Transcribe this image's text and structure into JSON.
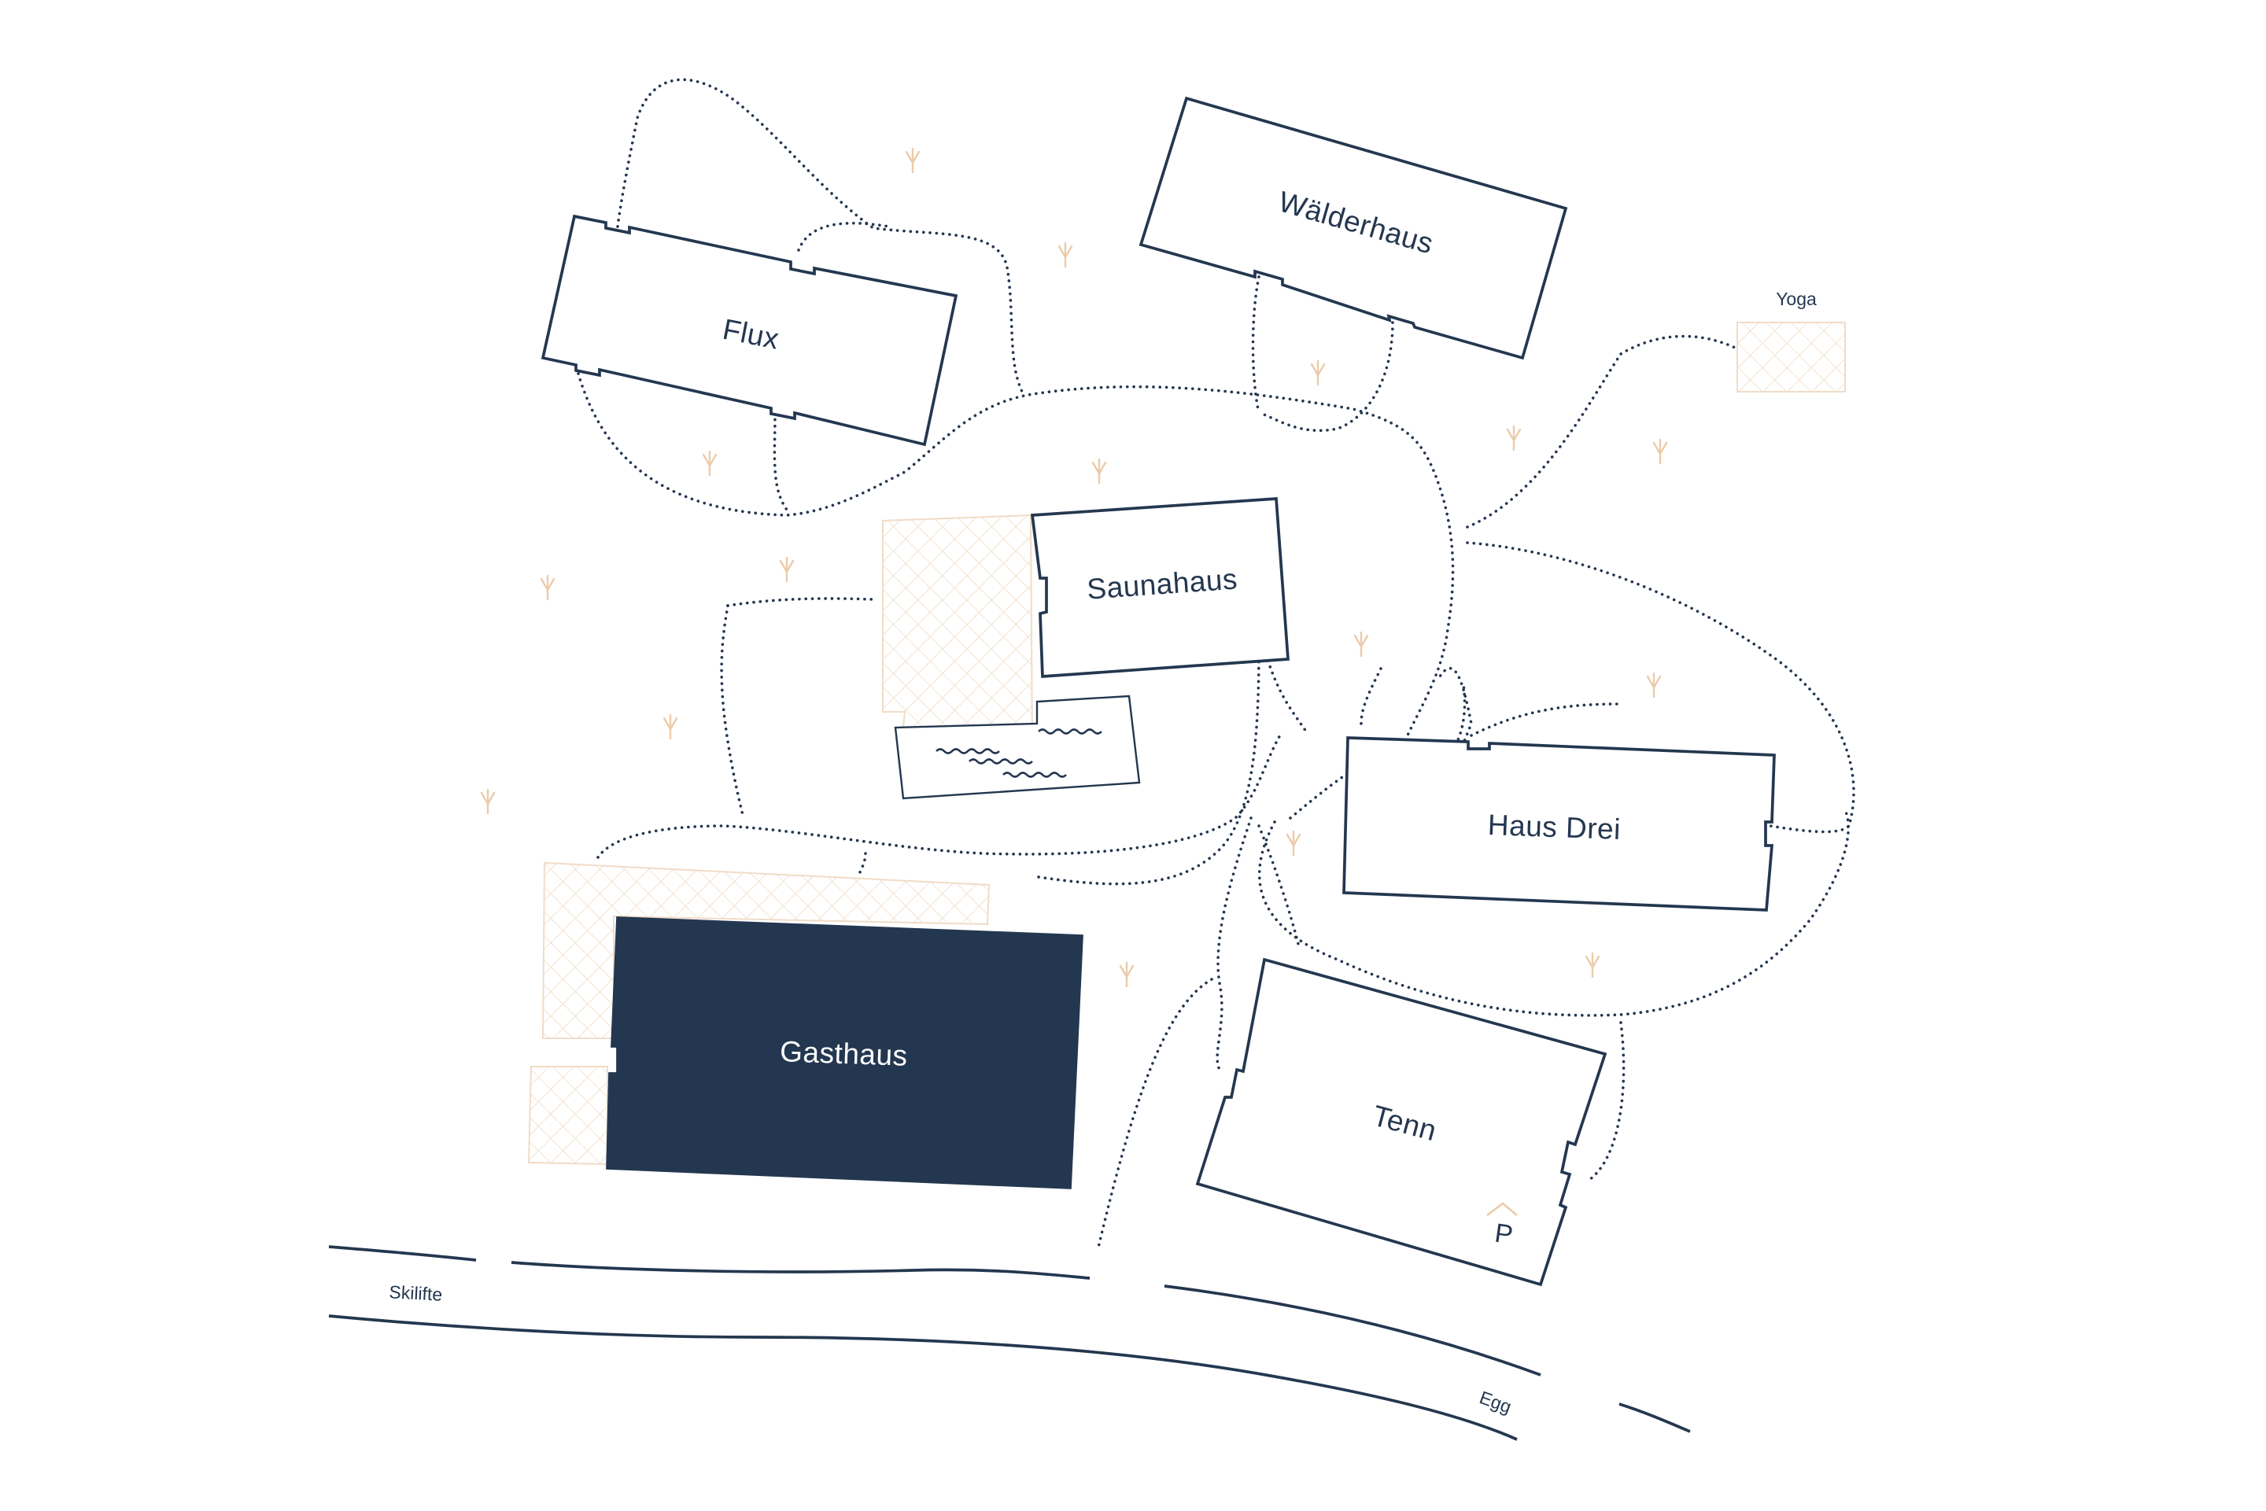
{
  "buildings": {
    "flux": "Flux",
    "waelderhaus": "Wälderhaus",
    "saunahaus": "Saunahaus",
    "haus_drei": "Haus Drei",
    "gasthaus": "Gasthaus",
    "tenn": "Tenn"
  },
  "areas": {
    "yoga": "Yoga"
  },
  "roads": {
    "skilifte": "Skilifte",
    "egg": "Egg"
  },
  "parking": {
    "label": "P"
  },
  "icons": {
    "tree": "tree-icon",
    "parking": "parking-icon",
    "water": "water-waves-icon"
  },
  "colors": {
    "navy": "#243750",
    "sand": "#eccbaa"
  }
}
